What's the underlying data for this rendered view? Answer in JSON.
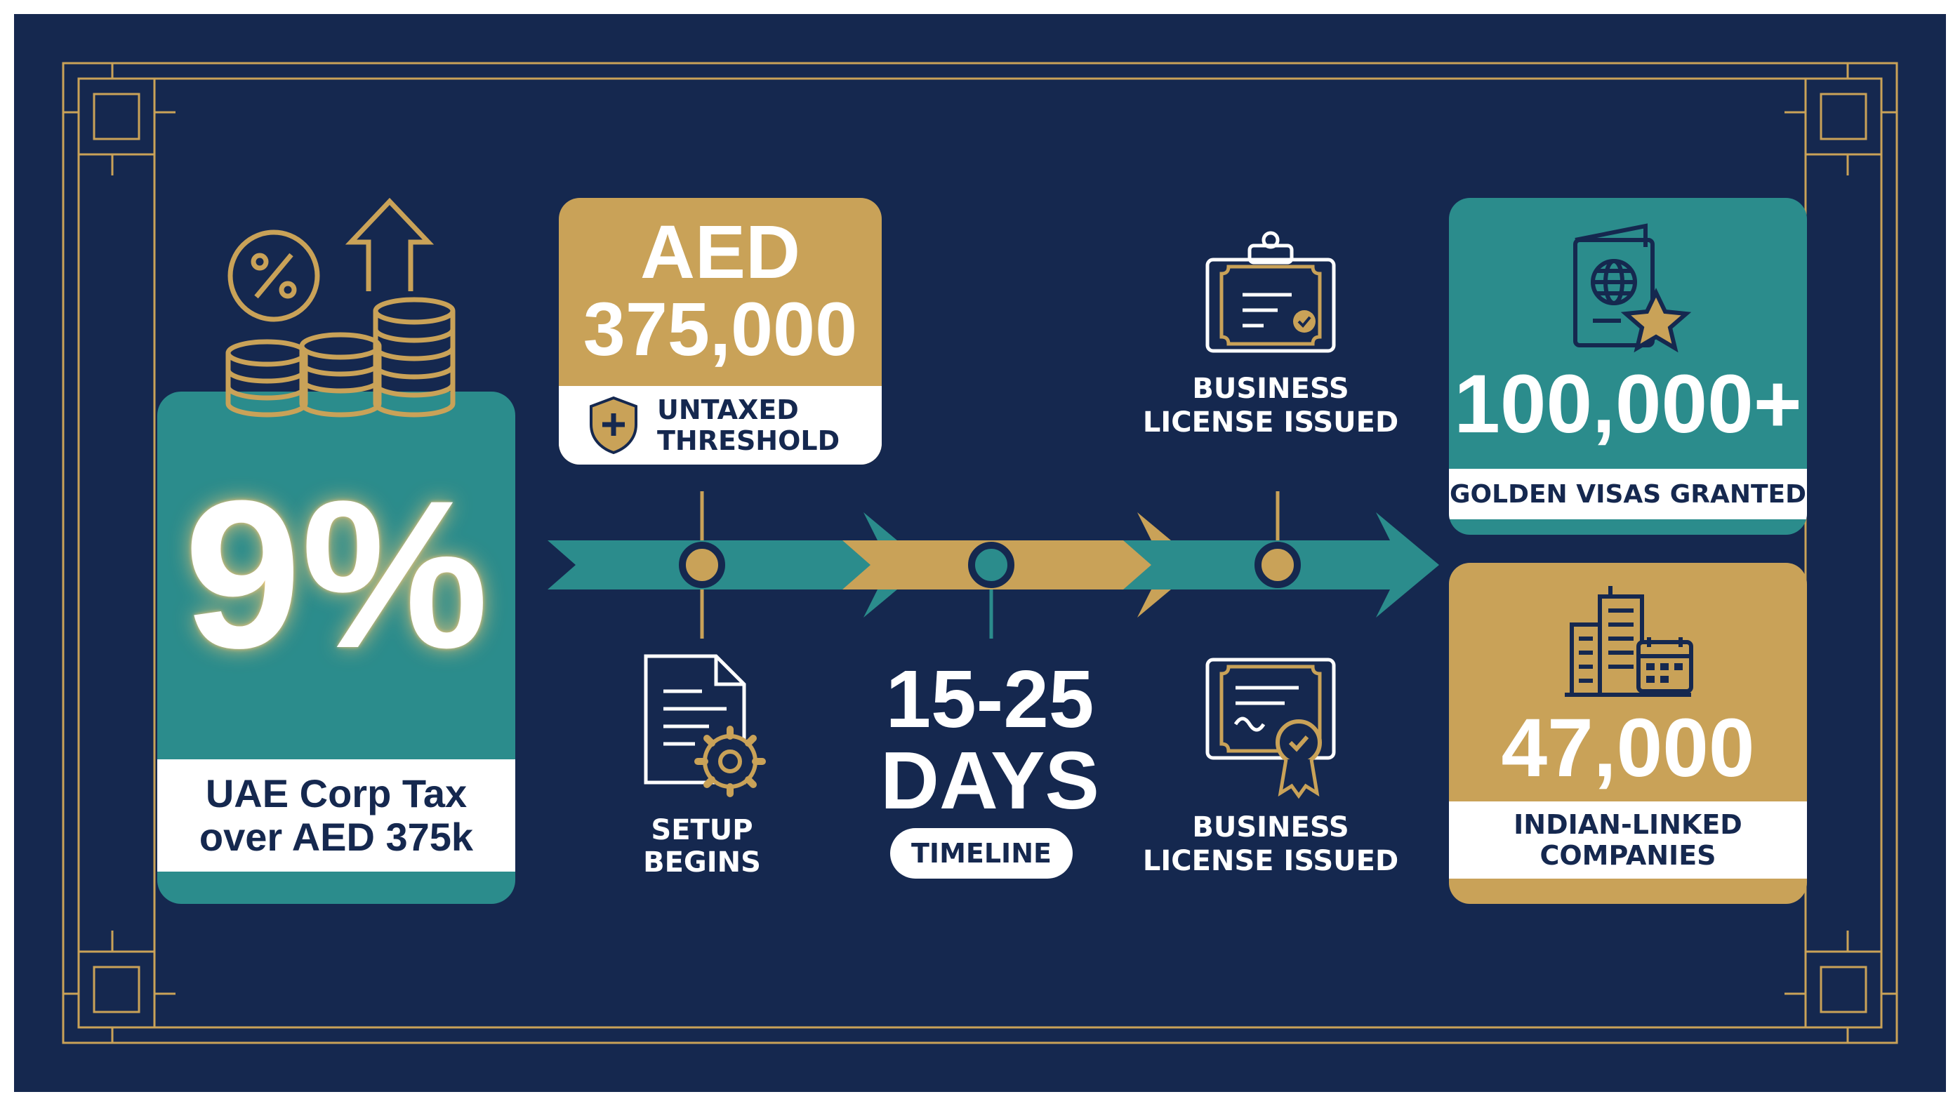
{
  "tax_card": {
    "value": "9%",
    "caption_line1": "UAE Corp Tax",
    "caption_line2": "over AED 375k",
    "icons": [
      "percent-coin-icon",
      "coin-stack-icon",
      "arrow-up-icon"
    ]
  },
  "threshold_card": {
    "value_line1": "AED",
    "value_line2": "375,000",
    "caption_line1": "UNTAXED",
    "caption_line2": "THRESHOLD",
    "icon": "shield-icon"
  },
  "timeline": {
    "setup_line1": "SETUP",
    "setup_line2": "BEGINS",
    "days_line1": "15-25",
    "days_line2": "DAYS",
    "timeline_badge": "TIMELINE",
    "license_top_line1": "BUSINESS",
    "license_top_line2": "LICENSE ISSUED",
    "license_bottom_line1": "BUSINESS",
    "license_bottom_line2": "LICENSE ISSUED"
  },
  "visa_card": {
    "value": "100,000+",
    "caption": "GOLDEN VISAS GRANTED",
    "icon": "passport-star-icon"
  },
  "companies_card": {
    "value": "47,000",
    "caption_line1": "INDIAN-LINKED",
    "caption_line2": "COMPANIES",
    "icon": "buildings-icon"
  },
  "colors": {
    "navy": "#15284f",
    "teal": "#2b8c8c",
    "gold": "#c9a258",
    "white": "#ffffff"
  }
}
